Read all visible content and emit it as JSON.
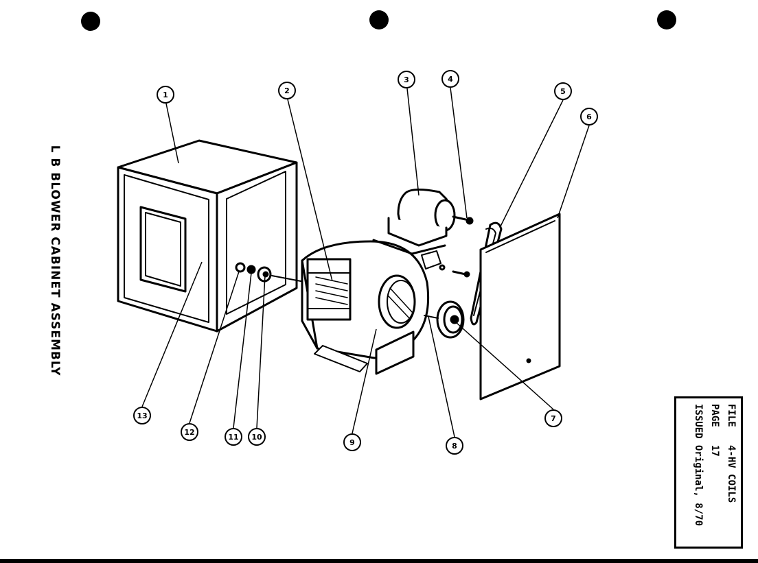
{
  "title": "L B BLOWER CABINET ASSEMBLY",
  "info": {
    "file_label": "FILE",
    "file_value": "4-HV COILS",
    "page_label": "PAGE",
    "page_value": "17",
    "issued_label": "ISSUED",
    "issued_value": "Original, 8/70"
  },
  "callouts": [
    "1",
    "2",
    "3",
    "4",
    "5",
    "6",
    "7",
    "8",
    "9",
    "10",
    "11",
    "12",
    "13"
  ]
}
